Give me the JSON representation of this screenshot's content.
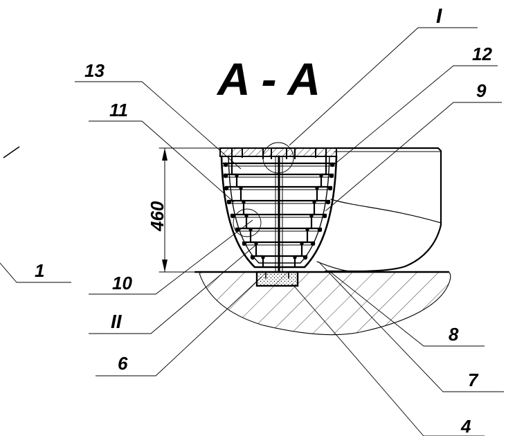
{
  "drawing": {
    "section_title": "A - A",
    "dimension": "460",
    "callouts": {
      "c_I": "I",
      "c_12": "12",
      "c_9": "9",
      "c_13": "13",
      "c_11": "11",
      "c_1": "1",
      "c_10": "10",
      "c_II": "II",
      "c_6": "6",
      "c_8": "8",
      "c_7": "7",
      "c_4": "4"
    }
  }
}
